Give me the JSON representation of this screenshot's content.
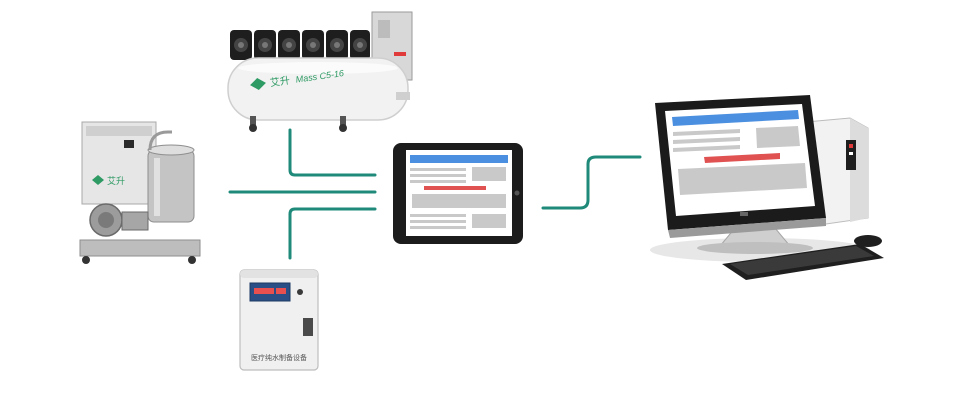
{
  "colors": {
    "connector": "#1f8a7a",
    "brand_green": "#2e9a64",
    "screen_header": "#4a8fe0",
    "screen_highlight": "#e05252",
    "screen_block": "#c9c9c9",
    "device_dark": "#222222",
    "tank_white": "#f2f2f2",
    "steel": "#b9b9b9"
  },
  "devices": {
    "air_compressor": {
      "brand": "艾升",
      "model": "Mass C5-16",
      "icon": "air-compressor-icon"
    },
    "vacuum_system": {
      "brand": "艾升",
      "icon": "vacuum-suction-unit-icon"
    },
    "water_unit": {
      "label": "医疗纯水制备设备",
      "icon": "water-purifier-icon"
    },
    "tablet": {
      "icon": "tablet-icon"
    },
    "desktop": {
      "icon": "desktop-computer-icon"
    }
  }
}
